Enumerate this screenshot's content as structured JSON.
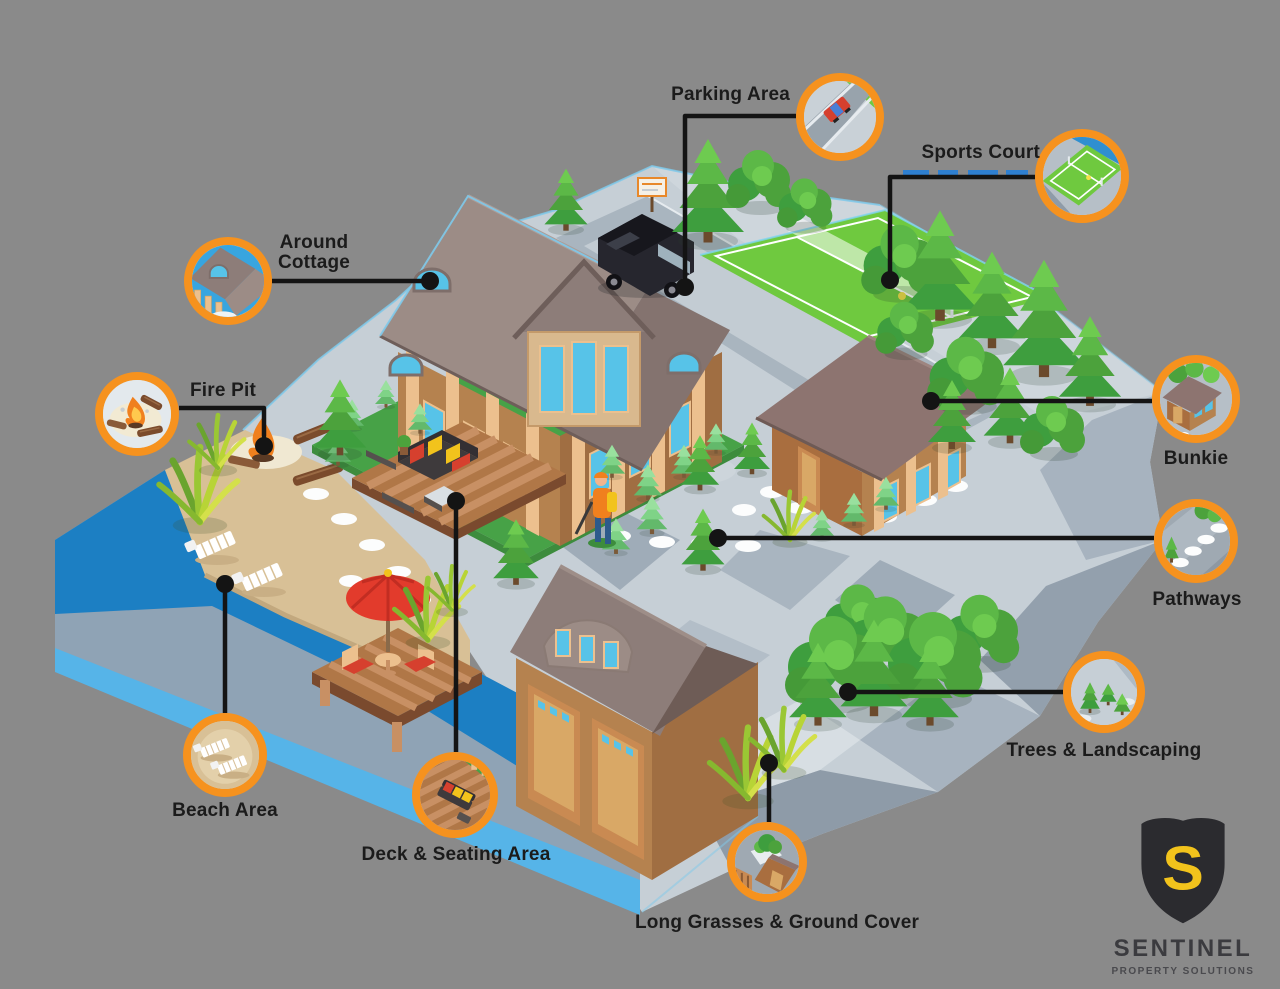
{
  "colors": {
    "background": "#8A8A8A",
    "accent_orange": "#F6921E",
    "leader_line": "#141414",
    "label_text": "#1B1B1B",
    "water_dark": "#1C7FC3",
    "water_light": "#56B4E8",
    "terrain_light": "#C6CFD6",
    "lawn_green": "#47A247",
    "court_green": "#6FC93F",
    "sand": "#D8C096",
    "wood_brown": "#B5824F",
    "roof_taupe": "#9C8C86",
    "logo_shield": "#2B2B2F",
    "logo_yellow": "#F2C31C",
    "logo_text": "#3B3B3F"
  },
  "callouts": [
    {
      "id": "parking-area",
      "label": "Parking Area",
      "icon": "car-on-road-thumbnail"
    },
    {
      "id": "sports-court",
      "label": "Sports Court",
      "icon": "tennis-court-thumbnail"
    },
    {
      "id": "around-cottage",
      "label": "Around Cottage",
      "icon": "cottage-roof-thumbnail"
    },
    {
      "id": "fire-pit",
      "label": "Fire Pit",
      "icon": "campfire-thumbnail"
    },
    {
      "id": "bunkie",
      "label": "Bunkie",
      "icon": "cabin-thumbnail"
    },
    {
      "id": "pathways",
      "label": "Pathways",
      "icon": "stepping-stones-thumbnail"
    },
    {
      "id": "beach-area",
      "label": "Beach Area",
      "icon": "loungers-thumbnail"
    },
    {
      "id": "deck-seating-area",
      "label": "Deck & Seating Area",
      "icon": "sofa-on-deck-thumbnail"
    },
    {
      "id": "long-grasses",
      "label": "Long Grasses & Ground Cover",
      "icon": "grass-shrub-thumbnail"
    },
    {
      "id": "trees-landscaping",
      "label": "Trees & Landscaping",
      "icon": "small-pines-thumbnail"
    }
  ],
  "logo": {
    "brand": "SENTINEL",
    "tagline": "PROPERTY SOLUTIONS"
  }
}
